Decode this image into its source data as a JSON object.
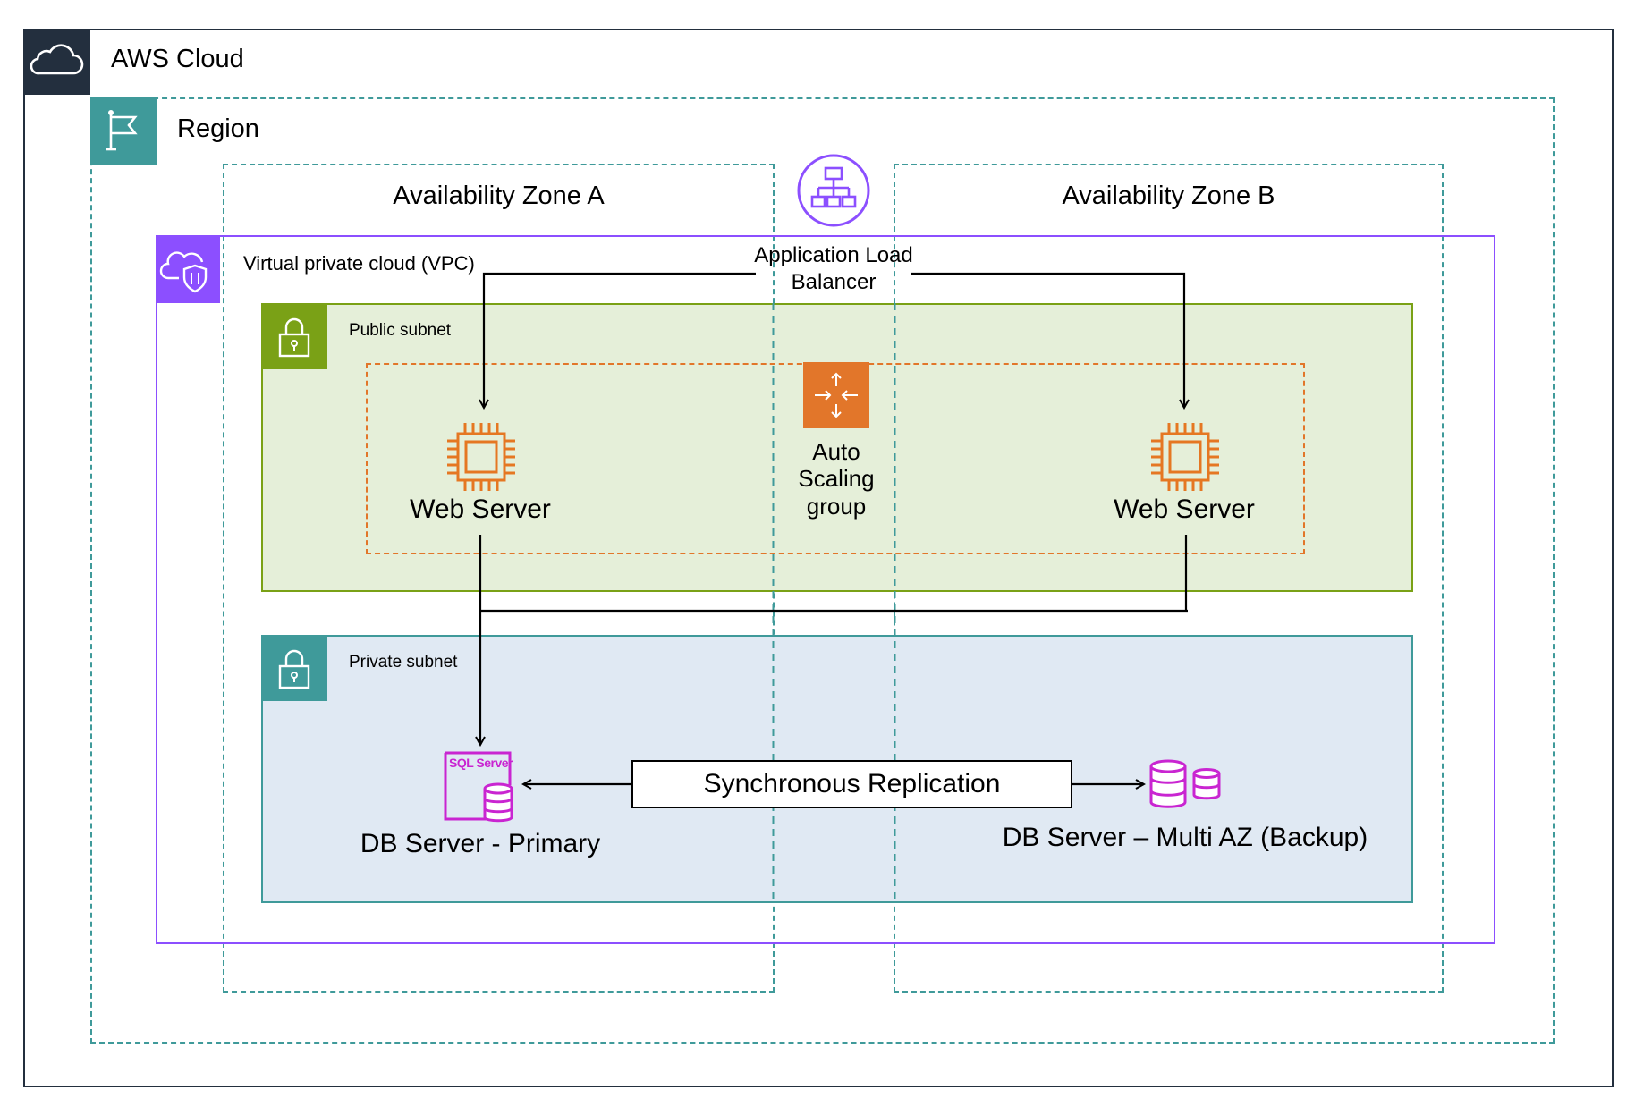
{
  "aws_cloud": {
    "label": "AWS Cloud"
  },
  "region": {
    "label": "Region"
  },
  "availability_zones": [
    {
      "label": "Availability Zone A"
    },
    {
      "label": "Availability Zone B"
    }
  ],
  "vpc": {
    "label": "Virtual private cloud (VPC)"
  },
  "load_balancer": {
    "label_line1": "Application Load",
    "label_line2": "Balancer"
  },
  "public_subnet": {
    "label": "Public subnet"
  },
  "private_subnet": {
    "label": "Private subnet"
  },
  "auto_scaling": {
    "line1": "Auto",
    "line2": "Scaling",
    "line3": "group"
  },
  "web_servers": [
    {
      "label": "Web Server"
    },
    {
      "label": "Web Server"
    }
  ],
  "db_primary": {
    "label": "DB Server - Primary",
    "icon_text": "SQL Server"
  },
  "db_backup": {
    "label": "DB Server – Multi AZ (Backup)"
  },
  "replication": {
    "label": "Synchronous Replication"
  },
  "colors": {
    "cloud_header": "#232f3e",
    "region_teal": "#3f9a9a",
    "vpc_purple": "#8c4fff",
    "public_green_fill": "#e5efd9",
    "public_green_border": "#7aa116",
    "private_blue_fill": "#e0e9f3",
    "private_blue_border": "#3f9a9a",
    "asg_orange": "#e2762a",
    "ec2_orange": "#e57722",
    "db_magenta": "#c925d1"
  }
}
